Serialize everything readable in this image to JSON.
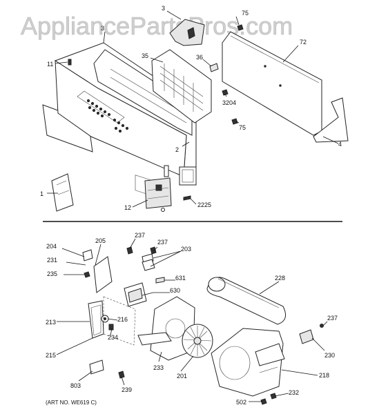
{
  "watermark": "AppliancePartsPros.com",
  "art_number": "(ART NO. WE619 C)",
  "labels": {
    "l3a": "3",
    "l75a": "75",
    "l3b": "3",
    "l72": "72",
    "l35": "35",
    "l36": "36",
    "l11": "11",
    "l3204": "3204",
    "l75b": "75",
    "l4": "4",
    "l2": "2",
    "l1": "1",
    "l12": "12",
    "l2225": "2225",
    "l237a": "237",
    "l237b": "237",
    "l204": "204",
    "l205": "205",
    "l203": "203",
    "l231": "231",
    "l235": "235",
    "l631": "631",
    "l228": "228",
    "l630": "630",
    "l213": "213",
    "l216": "216",
    "l234": "234",
    "l237c": "237",
    "l230": "230",
    "l215": "215",
    "l233": "233",
    "l201": "201",
    "l218": "218",
    "l803": "803",
    "l239": "239",
    "l232": "232",
    "l502": "502"
  }
}
